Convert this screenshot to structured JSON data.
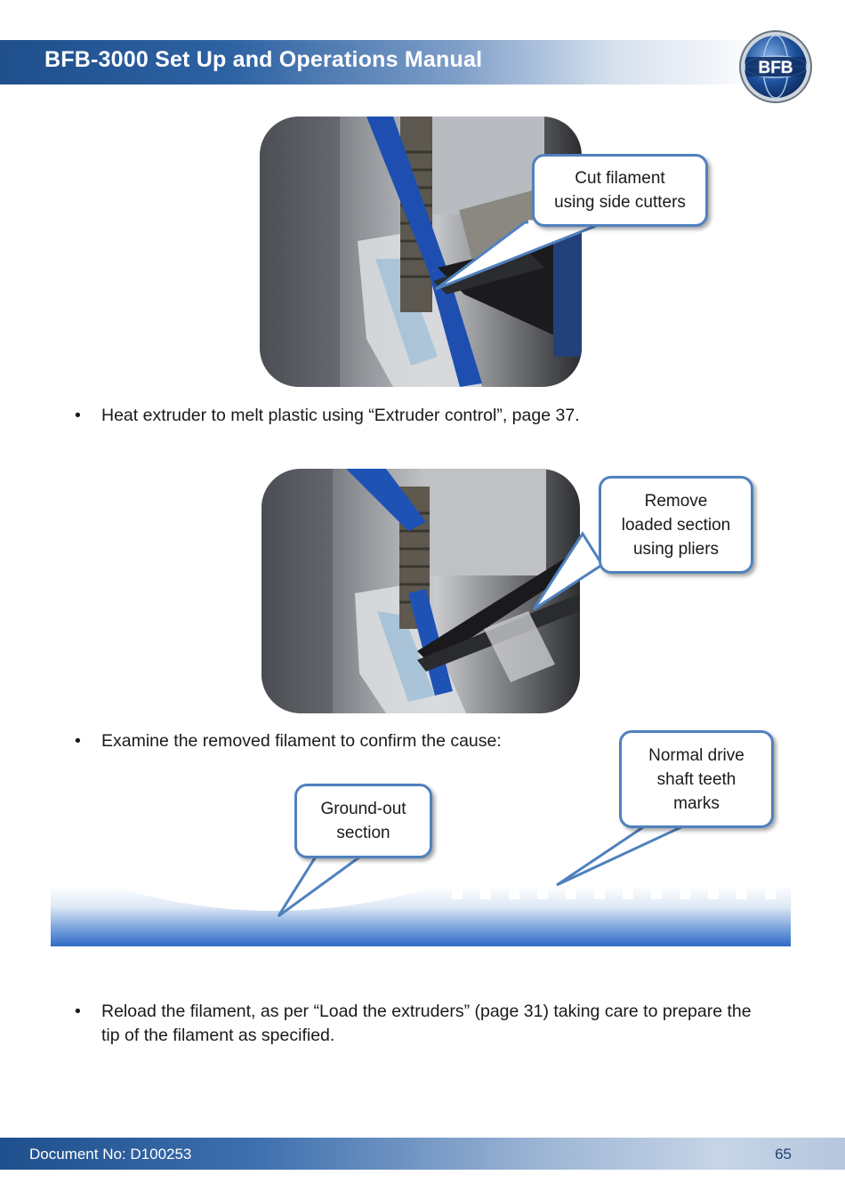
{
  "header": {
    "title": "BFB-3000 Set Up and Operations Manual",
    "logo_text": "BFB"
  },
  "callouts": {
    "cut": [
      "Cut filament",
      "using side cutters"
    ],
    "remove": [
      "Remove",
      "loaded section",
      "using pliers"
    ],
    "normal": [
      "Normal drive",
      "shaft teeth",
      "marks"
    ],
    "ground": [
      "Ground-out",
      "section"
    ]
  },
  "bullets": {
    "heat": "Heat extruder to melt plastic using “Extruder control”, page 37.",
    "examine": "Examine the removed filament to confirm the cause:",
    "reload_line1": "Reload the filament, as per “Load the extruders” (page 31) taking care to prepare the",
    "reload_line2": "tip of the filament as specified."
  },
  "footer": {
    "document_no": "Document No: D100253",
    "page_number": "65"
  },
  "colors": {
    "brand_blue": "#1f4f8c",
    "callout_border": "#4f81bd",
    "filament_blue": "#2f6ac7"
  }
}
